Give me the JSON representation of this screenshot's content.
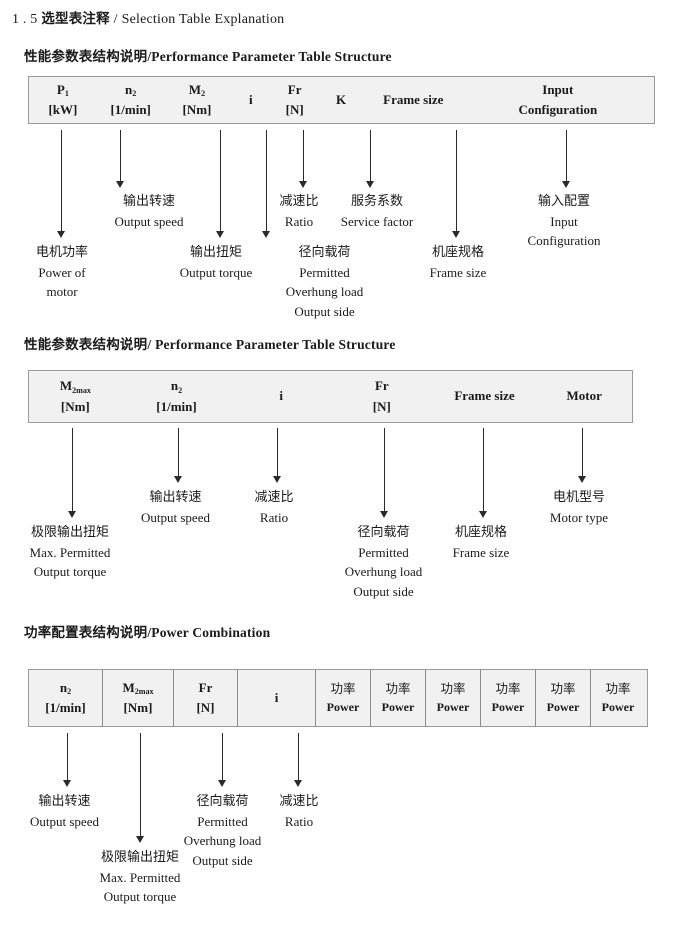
{
  "document": {
    "section_number": "1 . 5",
    "section_title_cn": "选型表注释",
    "section_title_sep": "/",
    "section_title_en": "Selection Table Explanation"
  },
  "blocks": [
    {
      "heading_cn": "性能参数表结构说明",
      "heading_sep": "/",
      "heading_en": "Performance Parameter Table Structure",
      "table": {
        "divided": false,
        "columns": [
          {
            "symbol": "P",
            "sub": "1",
            "unit": "[kW]"
          },
          {
            "symbol": "n",
            "sub": "2",
            "unit": "[1/min]"
          },
          {
            "symbol": "M",
            "sub": "2",
            "unit": "[Nm]"
          },
          {
            "symbol": "i",
            "sub": "",
            "unit": ""
          },
          {
            "symbol": "Fr",
            "sub": "",
            "unit": "[N]"
          },
          {
            "symbol": "K",
            "sub": "",
            "unit": ""
          },
          {
            "symbol": "Frame size",
            "sub": "",
            "unit": ""
          },
          {
            "symbol": "Input",
            "sub": "",
            "unit": "Configuration"
          }
        ]
      },
      "notes": [
        {
          "cn": "电机功率",
          "en": [
            "Power of",
            "motor"
          ]
        },
        {
          "cn": "输出转速",
          "en": [
            "Output speed"
          ]
        },
        {
          "cn": "输出扭矩",
          "en": [
            "Output torque"
          ]
        },
        {
          "cn": "减速比",
          "en": [
            "Ratio"
          ]
        },
        {
          "cn": "径向载荷",
          "en": [
            "Permitted",
            "Overhung load",
            "Output side"
          ]
        },
        {
          "cn": "服务系数",
          "en": [
            "Service factor"
          ]
        },
        {
          "cn": "机座规格",
          "en": [
            "Frame size"
          ]
        },
        {
          "cn": "输入配置",
          "en": [
            "Input",
            "Configuration"
          ]
        }
      ]
    },
    {
      "heading_cn": "性能参数表结构说明",
      "heading_sep": "/",
      "heading_en": "Performance Parameter Table Structure",
      "table": {
        "divided": false,
        "columns": [
          {
            "symbol": "M",
            "sub": "2max",
            "unit": "[Nm]"
          },
          {
            "symbol": "n",
            "sub": "2",
            "unit": "[1/min]"
          },
          {
            "symbol": "i",
            "sub": "",
            "unit": ""
          },
          {
            "symbol": "Fr",
            "sub": "",
            "unit": "[N]"
          },
          {
            "symbol": "Frame size",
            "sub": "",
            "unit": ""
          },
          {
            "symbol": "Motor",
            "sub": "",
            "unit": ""
          }
        ]
      },
      "notes": [
        {
          "cn": "极限输出扭矩",
          "en": [
            "Max. Permitted",
            "Output  torque"
          ]
        },
        {
          "cn": "输出转速",
          "en": [
            "Output speed"
          ]
        },
        {
          "cn": "减速比",
          "en": [
            "Ratio"
          ]
        },
        {
          "cn": "径向载荷",
          "en": [
            "Permitted",
            "Overhung load",
            "Output side"
          ]
        },
        {
          "cn": "机座规格",
          "en": [
            "Frame size"
          ]
        },
        {
          "cn": "电机型号",
          "en": [
            "Motor type"
          ]
        }
      ]
    },
    {
      "heading_cn": "功率配置表结构说明",
      "heading_sep": "/",
      "heading_en": "Power Combination",
      "table": {
        "divided": true,
        "columns": [
          {
            "symbol": "n",
            "sub": "2",
            "unit": "[1/min]"
          },
          {
            "symbol": "M",
            "sub": "2max",
            "unit": "[Nm]"
          },
          {
            "symbol": "Fr",
            "sub": "",
            "unit": "[N]"
          },
          {
            "symbol": "i",
            "sub": "",
            "unit": ""
          },
          {
            "cn": "功率",
            "unit": "Power"
          },
          {
            "cn": "功率",
            "unit": "Power"
          },
          {
            "cn": "功率",
            "unit": "Power"
          },
          {
            "cn": "功率",
            "unit": "Power"
          },
          {
            "cn": "功率",
            "unit": "Power"
          },
          {
            "cn": "功率",
            "unit": "Power"
          }
        ]
      },
      "notes": [
        {
          "cn": "输出转速",
          "en": [
            "Output speed"
          ]
        },
        {
          "cn": "极限输出扭矩",
          "en": [
            "Max. Permitted",
            "Output  torque"
          ]
        },
        {
          "cn": "径向载荷",
          "en": [
            "Permitted",
            "Overhung load",
            "Output side"
          ]
        },
        {
          "cn": "减速比",
          "en": [
            "Ratio"
          ]
        }
      ]
    }
  ]
}
